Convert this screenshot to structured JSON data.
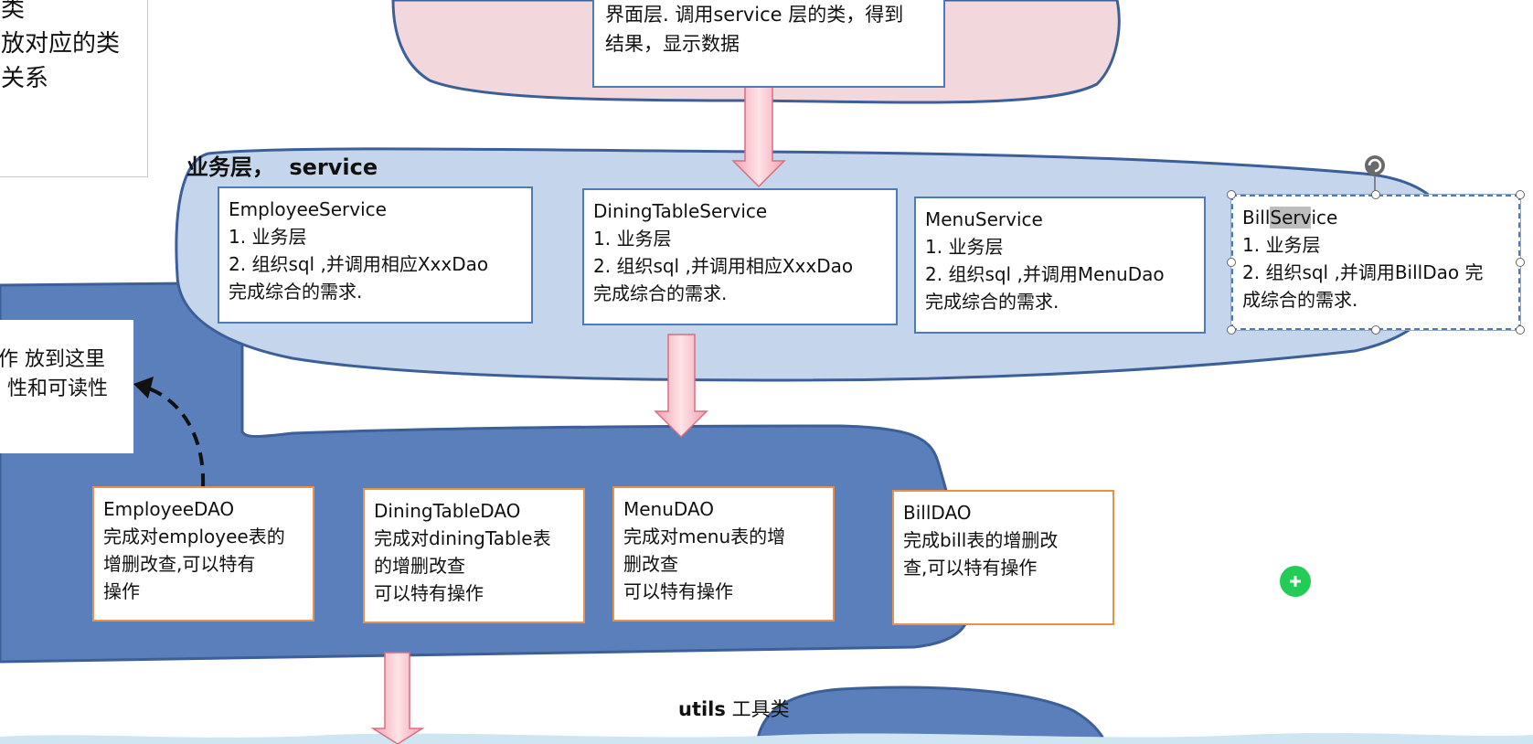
{
  "ui_layer": {
    "lines": [
      "界面层. 调用service 层的类，得到",
      "结果，显示数据"
    ]
  },
  "left_top_note": {
    "lines": [
      "类",
      "放对应的类",
      "关系"
    ]
  },
  "service_layer": {
    "title_cn": "业务层，",
    "title_en": "service",
    "boxes": [
      {
        "name": "EmployeeService",
        "lines": [
          "1. 业务层",
          "2. 组织sql ,并调用相应XxxDao",
          "完成综合的需求."
        ]
      },
      {
        "name": "DiningTableService",
        "lines": [
          "1. 业务层",
          "2. 组织sql ,并调用相应XxxDao",
          "完成综合的需求."
        ]
      },
      {
        "name": "MenuService",
        "lines": [
          "1. 业务层",
          "2. 组织sql ,并调用MenuDao",
          "完成综合的需求."
        ]
      },
      {
        "name_prefix": "Bill",
        "name_highlight": "Serv",
        "name_suffix": "ice",
        "lines": [
          "1. 业务层",
          "2. 组织sql ,并调用BillDao 完",
          "成综合的需求."
        ]
      }
    ]
  },
  "left_mid_note": {
    "lines": [
      "作 放到这里",
      "性和可读性"
    ]
  },
  "dao_layer": {
    "boxes": [
      {
        "name": "EmployeeDAO",
        "lines": [
          "完成对employee表的",
          "增删改查,可以特有",
          "操作"
        ]
      },
      {
        "name": "DiningTableDAO",
        "lines": [
          "完成对diningTable表",
          "的增删改查",
          "可以特有操作"
        ]
      },
      {
        "name": "MenuDAO",
        "lines": [
          "完成对menu表的增",
          "删改查",
          "可以特有操作"
        ]
      },
      {
        "name": "BillDAO",
        "lines": [
          "完成bill表的增删改",
          "查,可以特有操作"
        ]
      }
    ]
  },
  "utils": {
    "label_en": "utils",
    "label_cn": " 工具类"
  },
  "icons": [
    "rotate-handle-icon",
    "cursor-move-icon"
  ],
  "colors": {
    "ui_blob": "#f2d8dd",
    "service_blob": "#c5d6ec",
    "dao_blob": "#5b7fbb",
    "blob_stroke": "#3d5f98",
    "service_border": "#4f7ab8",
    "dao_border": "#e8914a",
    "arrow_fill": "#f7b6c0",
    "arrow_stroke": "#d86f81",
    "cursor": "#22cc55"
  }
}
